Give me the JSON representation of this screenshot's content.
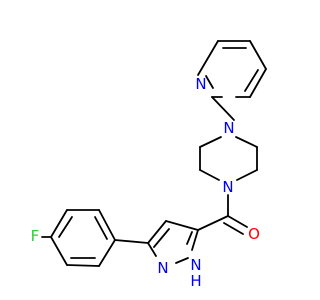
{
  "molecule": {
    "atom_labels": {
      "N_pyridine": "N",
      "N_piperazine_top": "N",
      "N_piperazine_bottom": "N",
      "O_carbonyl": "O",
      "F_fluoro": "F",
      "N_pyrazole_1": "N",
      "NH_pyrazole": "N",
      "H_pyrazole": "H"
    },
    "colors": {
      "bond": "#000000",
      "nitrogen": "#0000ff",
      "oxygen": "#ff0000",
      "fluorine": "#33cc33"
    }
  }
}
